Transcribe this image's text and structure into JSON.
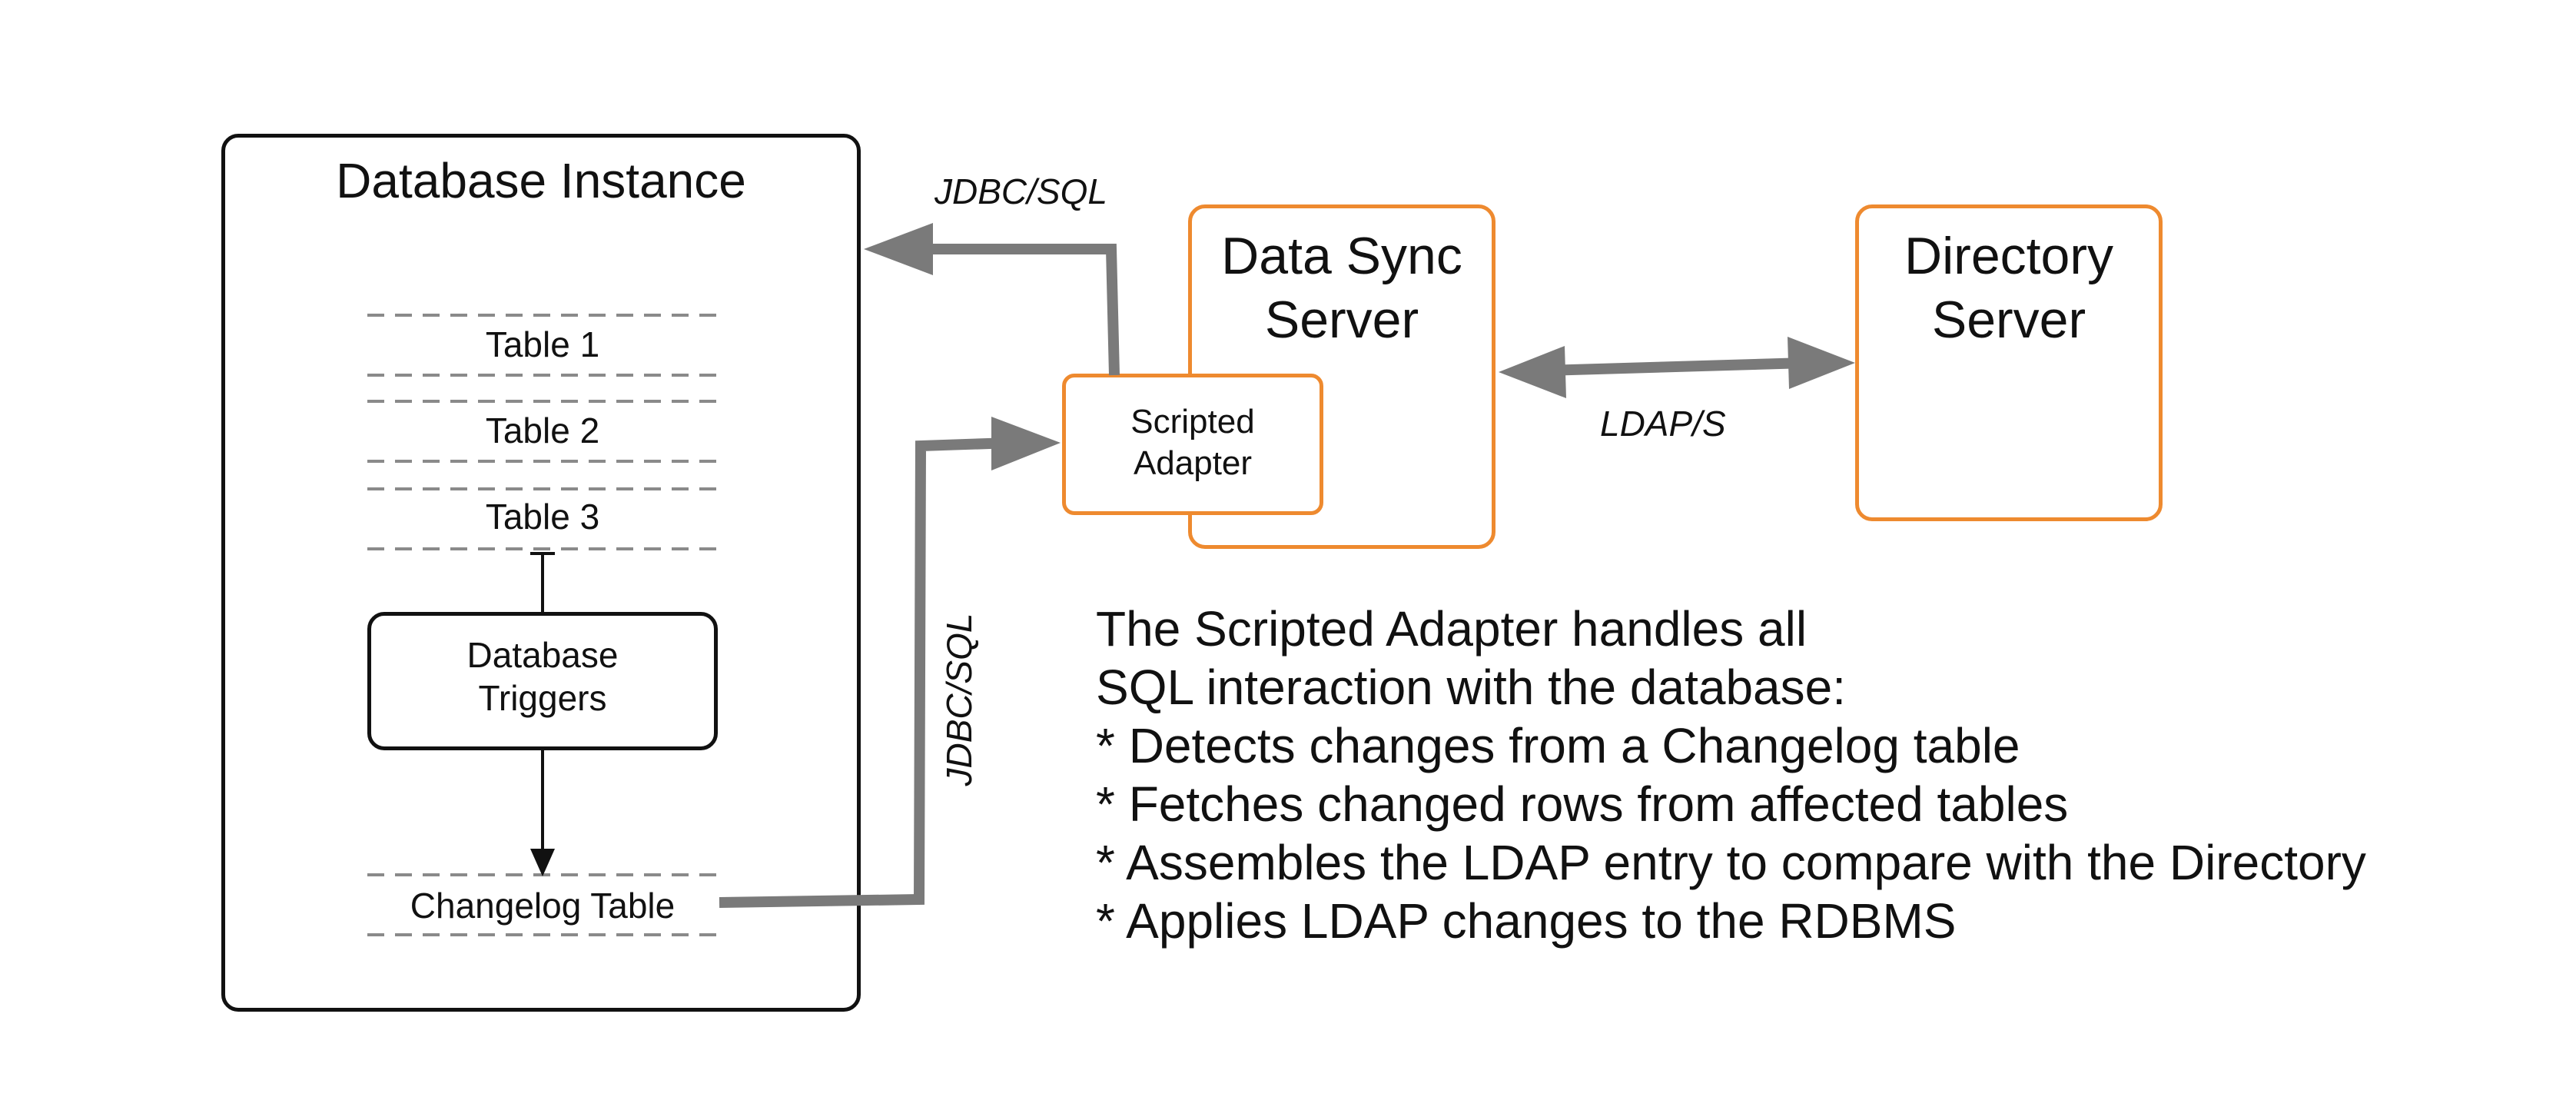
{
  "database_instance": {
    "title": "Database Instance",
    "tables": [
      "Table 1",
      "Table 2",
      "Table 3"
    ],
    "triggers": "Database\nTriggers",
    "changelog": "Changelog Table"
  },
  "data_sync_server": {
    "title": "Data Sync\nServer"
  },
  "scripted_adapter": {
    "title": "Scripted\nAdapter"
  },
  "directory_server": {
    "title": "Directory\nServer"
  },
  "connections": {
    "jdbc_top": "JDBC/SQL",
    "jdbc_vertical": "JDBC/SQL",
    "ldap": "LDAP/S"
  },
  "description": {
    "lines": [
      "The Scripted Adapter handles all",
      "SQL interaction with the database:",
      "* Detects changes from a Changelog table",
      "* Fetches changed rows from affected tables",
      "* Assembles the LDAP entry to compare with the Directory",
      "* Applies LDAP changes to the RDBMS"
    ]
  },
  "colors": {
    "accent": "#ee8a2f",
    "connector": "#7a7a7a",
    "outline": "#111111",
    "dash": "#8a8a8a"
  }
}
